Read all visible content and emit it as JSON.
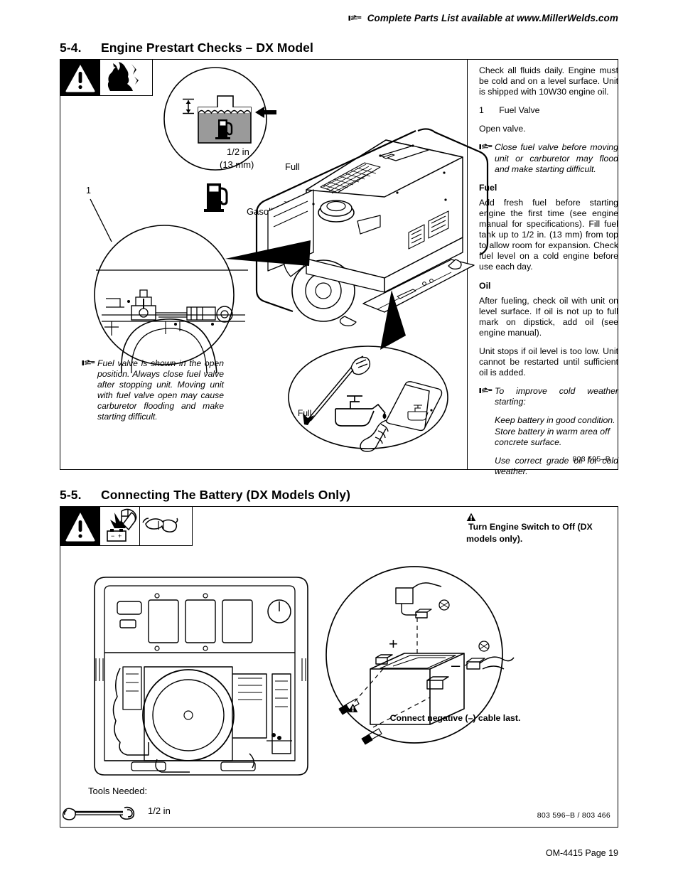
{
  "header": {
    "parts_list_note": "Complete Parts List available at www.MillerWelds.com"
  },
  "sections": [
    {
      "number": "5-4.",
      "title": "Engine Prestart Checks – DX Model",
      "figure_id": "803 595–B",
      "icons": [
        "warning-triangle-icon",
        "fire-flame-icon"
      ],
      "callout_number": "1",
      "detail_labels": {
        "dim_line1": "1/2 in",
        "dim_line2": "(13 mm)",
        "full": "Full",
        "gasoline": "Gasoline",
        "oil_full": "Full"
      },
      "caption_note": "Fuel valve is shown in the open position. Always close fuel valve after stopping unit. Moving unit with fuel valve open may cause carburetor flooding and make starting difficult.",
      "text": {
        "intro": "Check all fluids daily. Engine must be cold and on a level surface. Unit is shipped with 10W30 engine oil.",
        "item1_num": "1",
        "item1_label": "Fuel Valve",
        "item1_action": "Open valve.",
        "note1": "Close fuel valve before moving unit or carburetor may flood and make starting difficult.",
        "fuel_heading": "Fuel",
        "fuel_body": "Add fresh fuel before starting engine the first time (see engine manual for specifications). Fill fuel tank up to 1/2 in. (13 mm) from top to allow room for expansion. Check fuel level on a cold engine before use each day.",
        "oil_heading": "Oil",
        "oil_body1": "After fueling, check oil with unit on level surface. If oil is not up to full mark on dipstick, add oil (see engine manual).",
        "oil_body2": "Unit stops if oil level is too low. Unit cannot be restarted until sufficient oil is added.",
        "note2": "To improve cold weather starting:",
        "cold1": "Keep battery in good condition. Store battery in warm area off concrete surface.",
        "cold2": "Use correct grade oil for cold weather."
      }
    },
    {
      "number": "5-5.",
      "title": "Connecting The Battery (DX Models Only)",
      "figure_id": "803 596–B / 803 466",
      "icons": [
        "warning-triangle-icon",
        "exploding-battery-icon",
        "safety-goggles-icon"
      ],
      "warning_top": "Turn Engine Switch to Off (DX models only).",
      "warning_bottom": "Connect negative (–) cable last.",
      "battery_plus": "+",
      "battery_minus": "–",
      "tools_needed_label": "Tools Needed:",
      "tool_size": "1/2 in"
    }
  ],
  "footer": {
    "doc_page": "OM-4415 Page 19"
  }
}
